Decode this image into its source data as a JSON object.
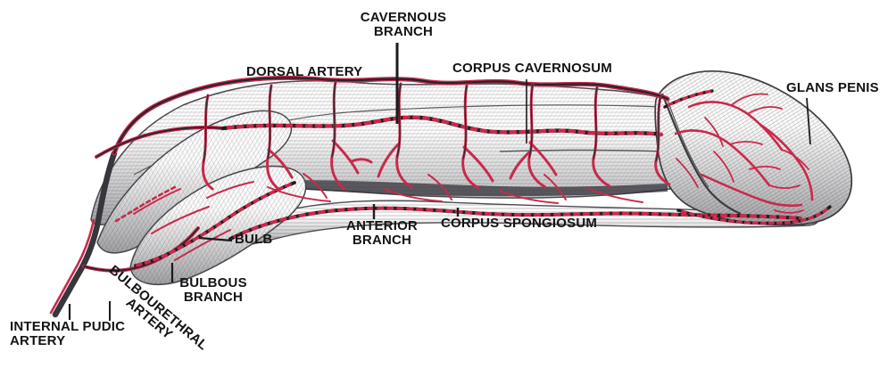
{
  "figure": {
    "description": "Engraving-style anatomical diagram of the arteries of the penis (lateral view)",
    "labels": {
      "cavernous_branch": "CAVERNOUS\nBRANCH",
      "dorsal_artery": "DORSAL ARTERY",
      "corpus_cavernosum": "CORPUS CAVERNOSUM",
      "glans_penis": "GLANS PENIS",
      "bulb": "BULB",
      "anterior_branch": "ANTERIOR\nBRANCH",
      "corpus_spongiosum": "CORPUS SPONGIOSUM",
      "bulbous_branch": "BULBOUS\nBRANCH",
      "bulbourethral_artery": "BULBOURETHRAL\nARTERY",
      "internal_pudic_artery": "INTERNAL PUDIC\nARTERY"
    },
    "colors": {
      "artery_red": "#c9294a",
      "ink_black": "#1b1b1f",
      "label_text": "#141414",
      "engraving_gray": "#9e9e9e",
      "background": "#ffffff"
    }
  }
}
